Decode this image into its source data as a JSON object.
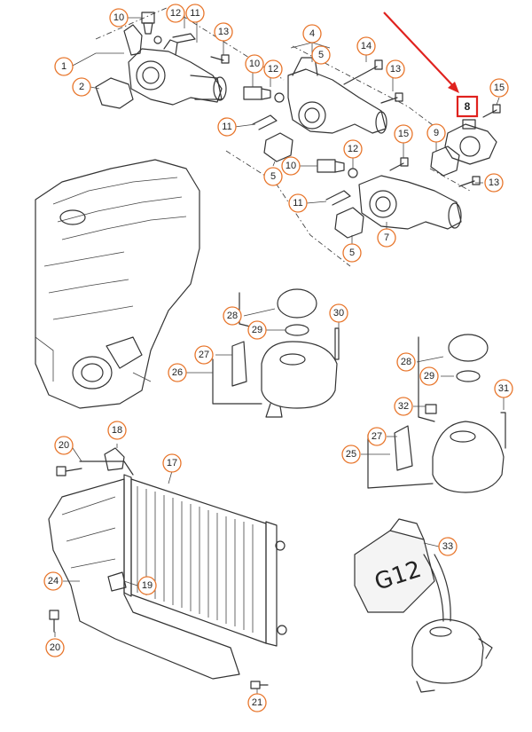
{
  "diagram": {
    "callouts": [
      {
        "id": "c10a",
        "label": "10"
      },
      {
        "id": "c12a",
        "label": "12"
      },
      {
        "id": "c11a",
        "label": "11"
      },
      {
        "id": "c13a",
        "label": "13"
      },
      {
        "id": "c1",
        "label": "1"
      },
      {
        "id": "c2",
        "label": "2"
      },
      {
        "id": "c4",
        "label": "4"
      },
      {
        "id": "c5a",
        "label": "5"
      },
      {
        "id": "c14",
        "label": "14"
      },
      {
        "id": "c10b",
        "label": "10"
      },
      {
        "id": "c12b",
        "label": "12"
      },
      {
        "id": "c13b",
        "label": "13"
      },
      {
        "id": "c15a",
        "label": "15"
      },
      {
        "id": "c11b",
        "label": "11"
      },
      {
        "id": "c9",
        "label": "9"
      },
      {
        "id": "c5b",
        "label": "5"
      },
      {
        "id": "c10c",
        "label": "10"
      },
      {
        "id": "c12c",
        "label": "12"
      },
      {
        "id": "c15b",
        "label": "15"
      },
      {
        "id": "c13c",
        "label": "13"
      },
      {
        "id": "c11c",
        "label": "11"
      },
      {
        "id": "c7",
        "label": "7"
      },
      {
        "id": "c5c",
        "label": "5"
      },
      {
        "id": "c28a",
        "label": "28"
      },
      {
        "id": "c29a",
        "label": "29"
      },
      {
        "id": "c30",
        "label": "30"
      },
      {
        "id": "c27a",
        "label": "27"
      },
      {
        "id": "c26",
        "label": "26"
      },
      {
        "id": "c28b",
        "label": "28"
      },
      {
        "id": "c29b",
        "label": "29"
      },
      {
        "id": "c31",
        "label": "31"
      },
      {
        "id": "c32",
        "label": "32"
      },
      {
        "id": "c27b",
        "label": "27"
      },
      {
        "id": "c25",
        "label": "25"
      },
      {
        "id": "c20a",
        "label": "20"
      },
      {
        "id": "c18",
        "label": "18"
      },
      {
        "id": "c17",
        "label": "17"
      },
      {
        "id": "c24",
        "label": "24"
      },
      {
        "id": "c19",
        "label": "19"
      },
      {
        "id": "c20b",
        "label": "20"
      },
      {
        "id": "c21",
        "label": "21"
      },
      {
        "id": "c33",
        "label": "33"
      }
    ],
    "highlight": {
      "label": "8"
    },
    "container_label": "G12",
    "colors": {
      "callout_stroke": "#e8762c",
      "highlight": "#e0221e",
      "line": "#333333"
    }
  }
}
